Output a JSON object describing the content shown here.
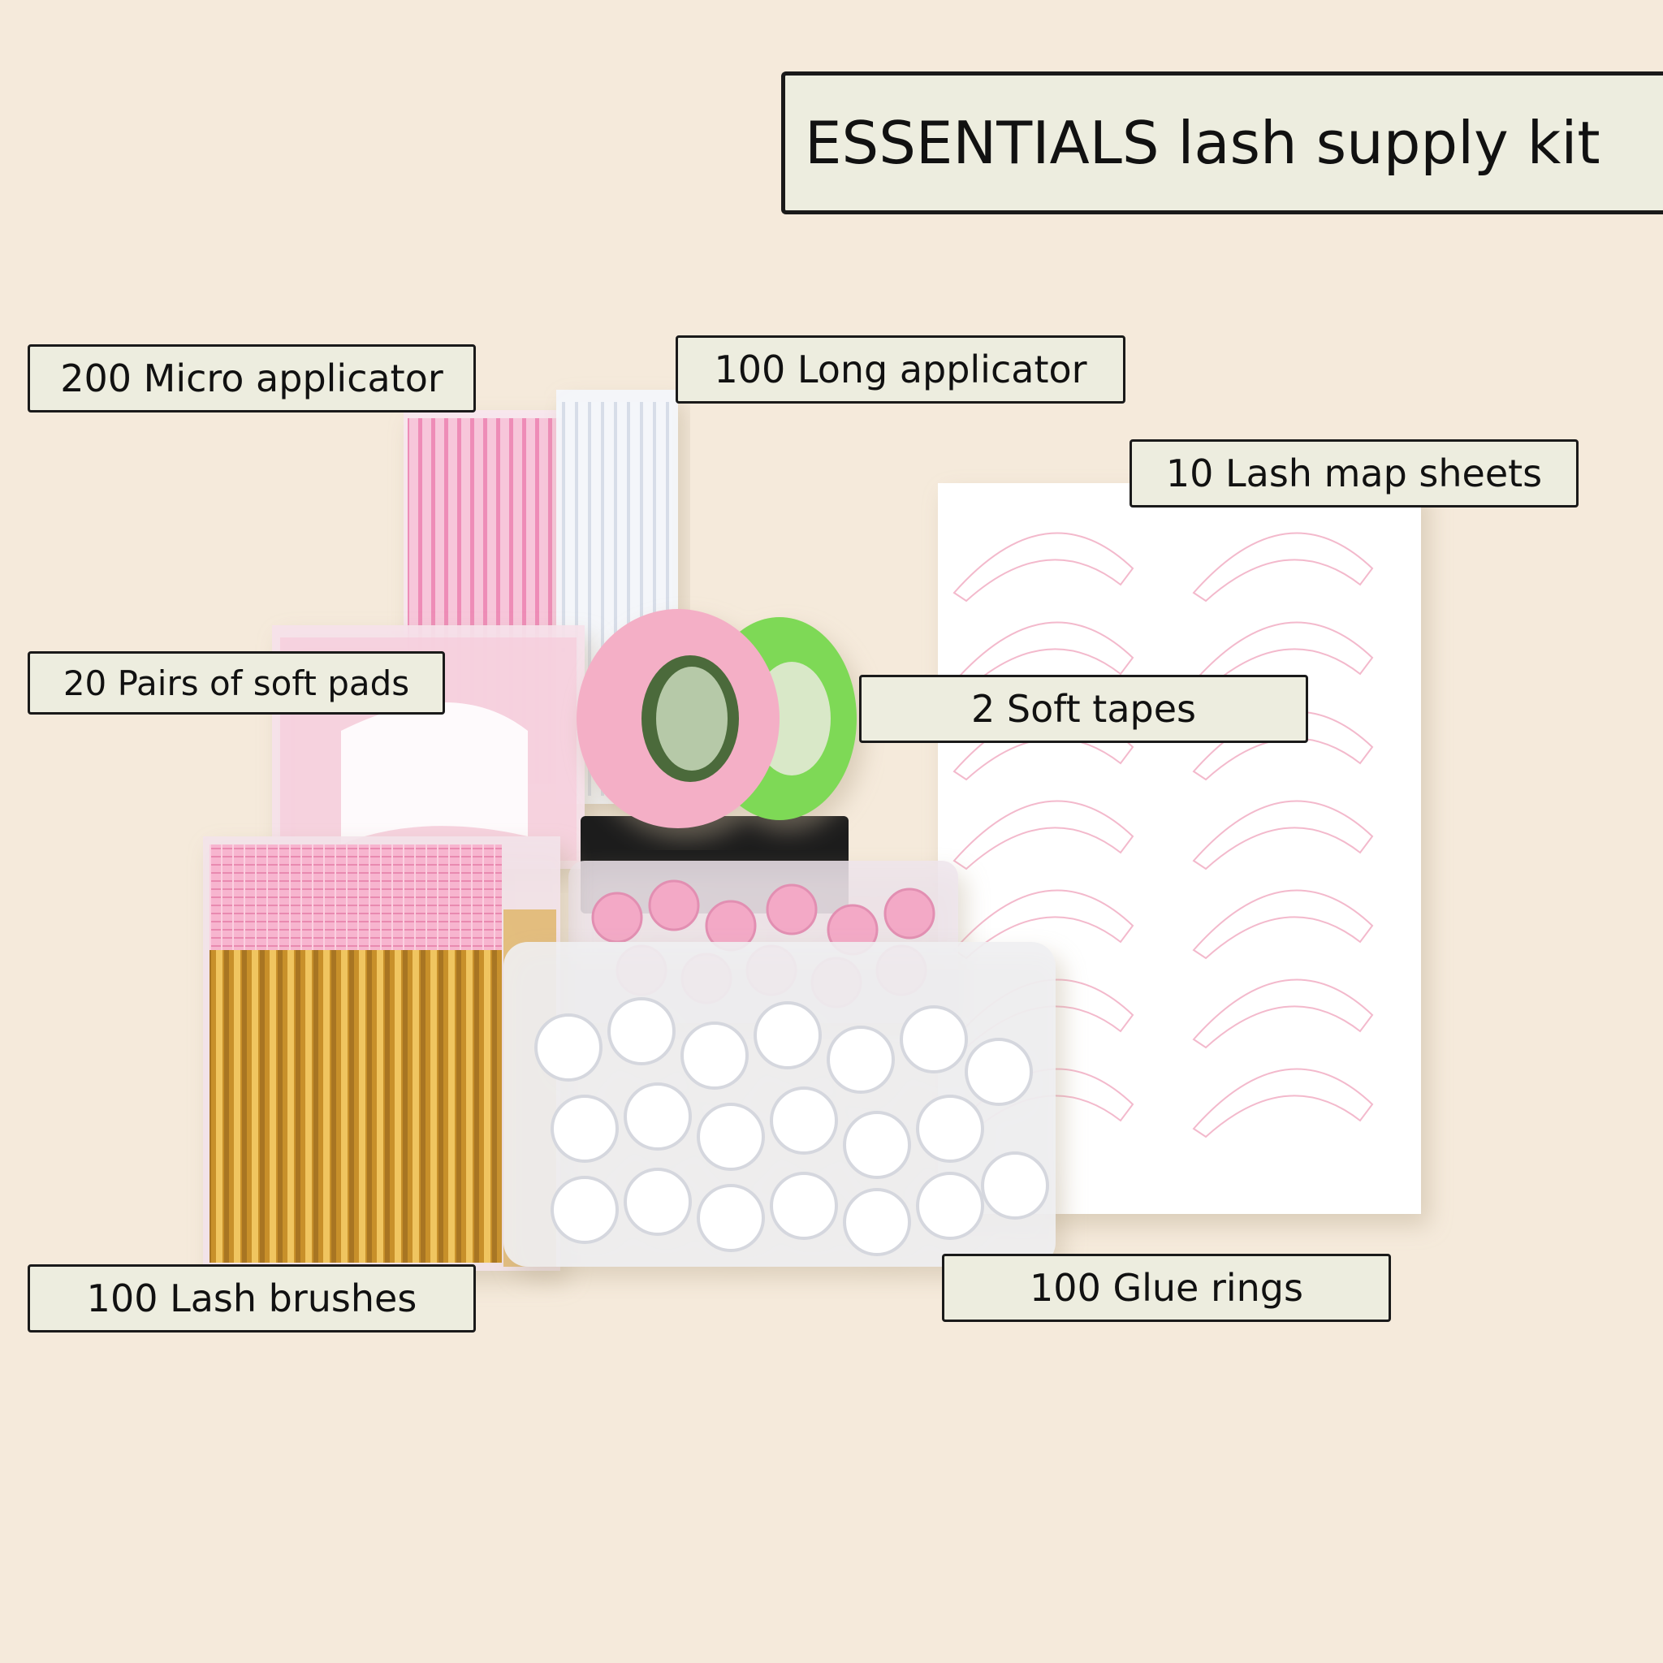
{
  "title": "ESSENTIALS lash supply kit",
  "labels": {
    "micro_applicator": "200 Micro applicator",
    "long_applicator": "100 Long applicator",
    "lash_map_sheets": "10 Lash map sheets",
    "soft_pads": "20 Pairs of soft pads",
    "soft_tapes": "2 Soft tapes",
    "lash_brushes": "100 Lash brushes",
    "glue_rings": "100 Glue rings"
  },
  "colors": {
    "background": "#f5eadb",
    "label_fill": "#ededdf",
    "label_border": "#1a1a1a",
    "pink": "#f4a9c8",
    "gold": "#d9a53a",
    "green": "#7ed957",
    "white": "#ffffff",
    "black_block": "#1c1c1c"
  }
}
